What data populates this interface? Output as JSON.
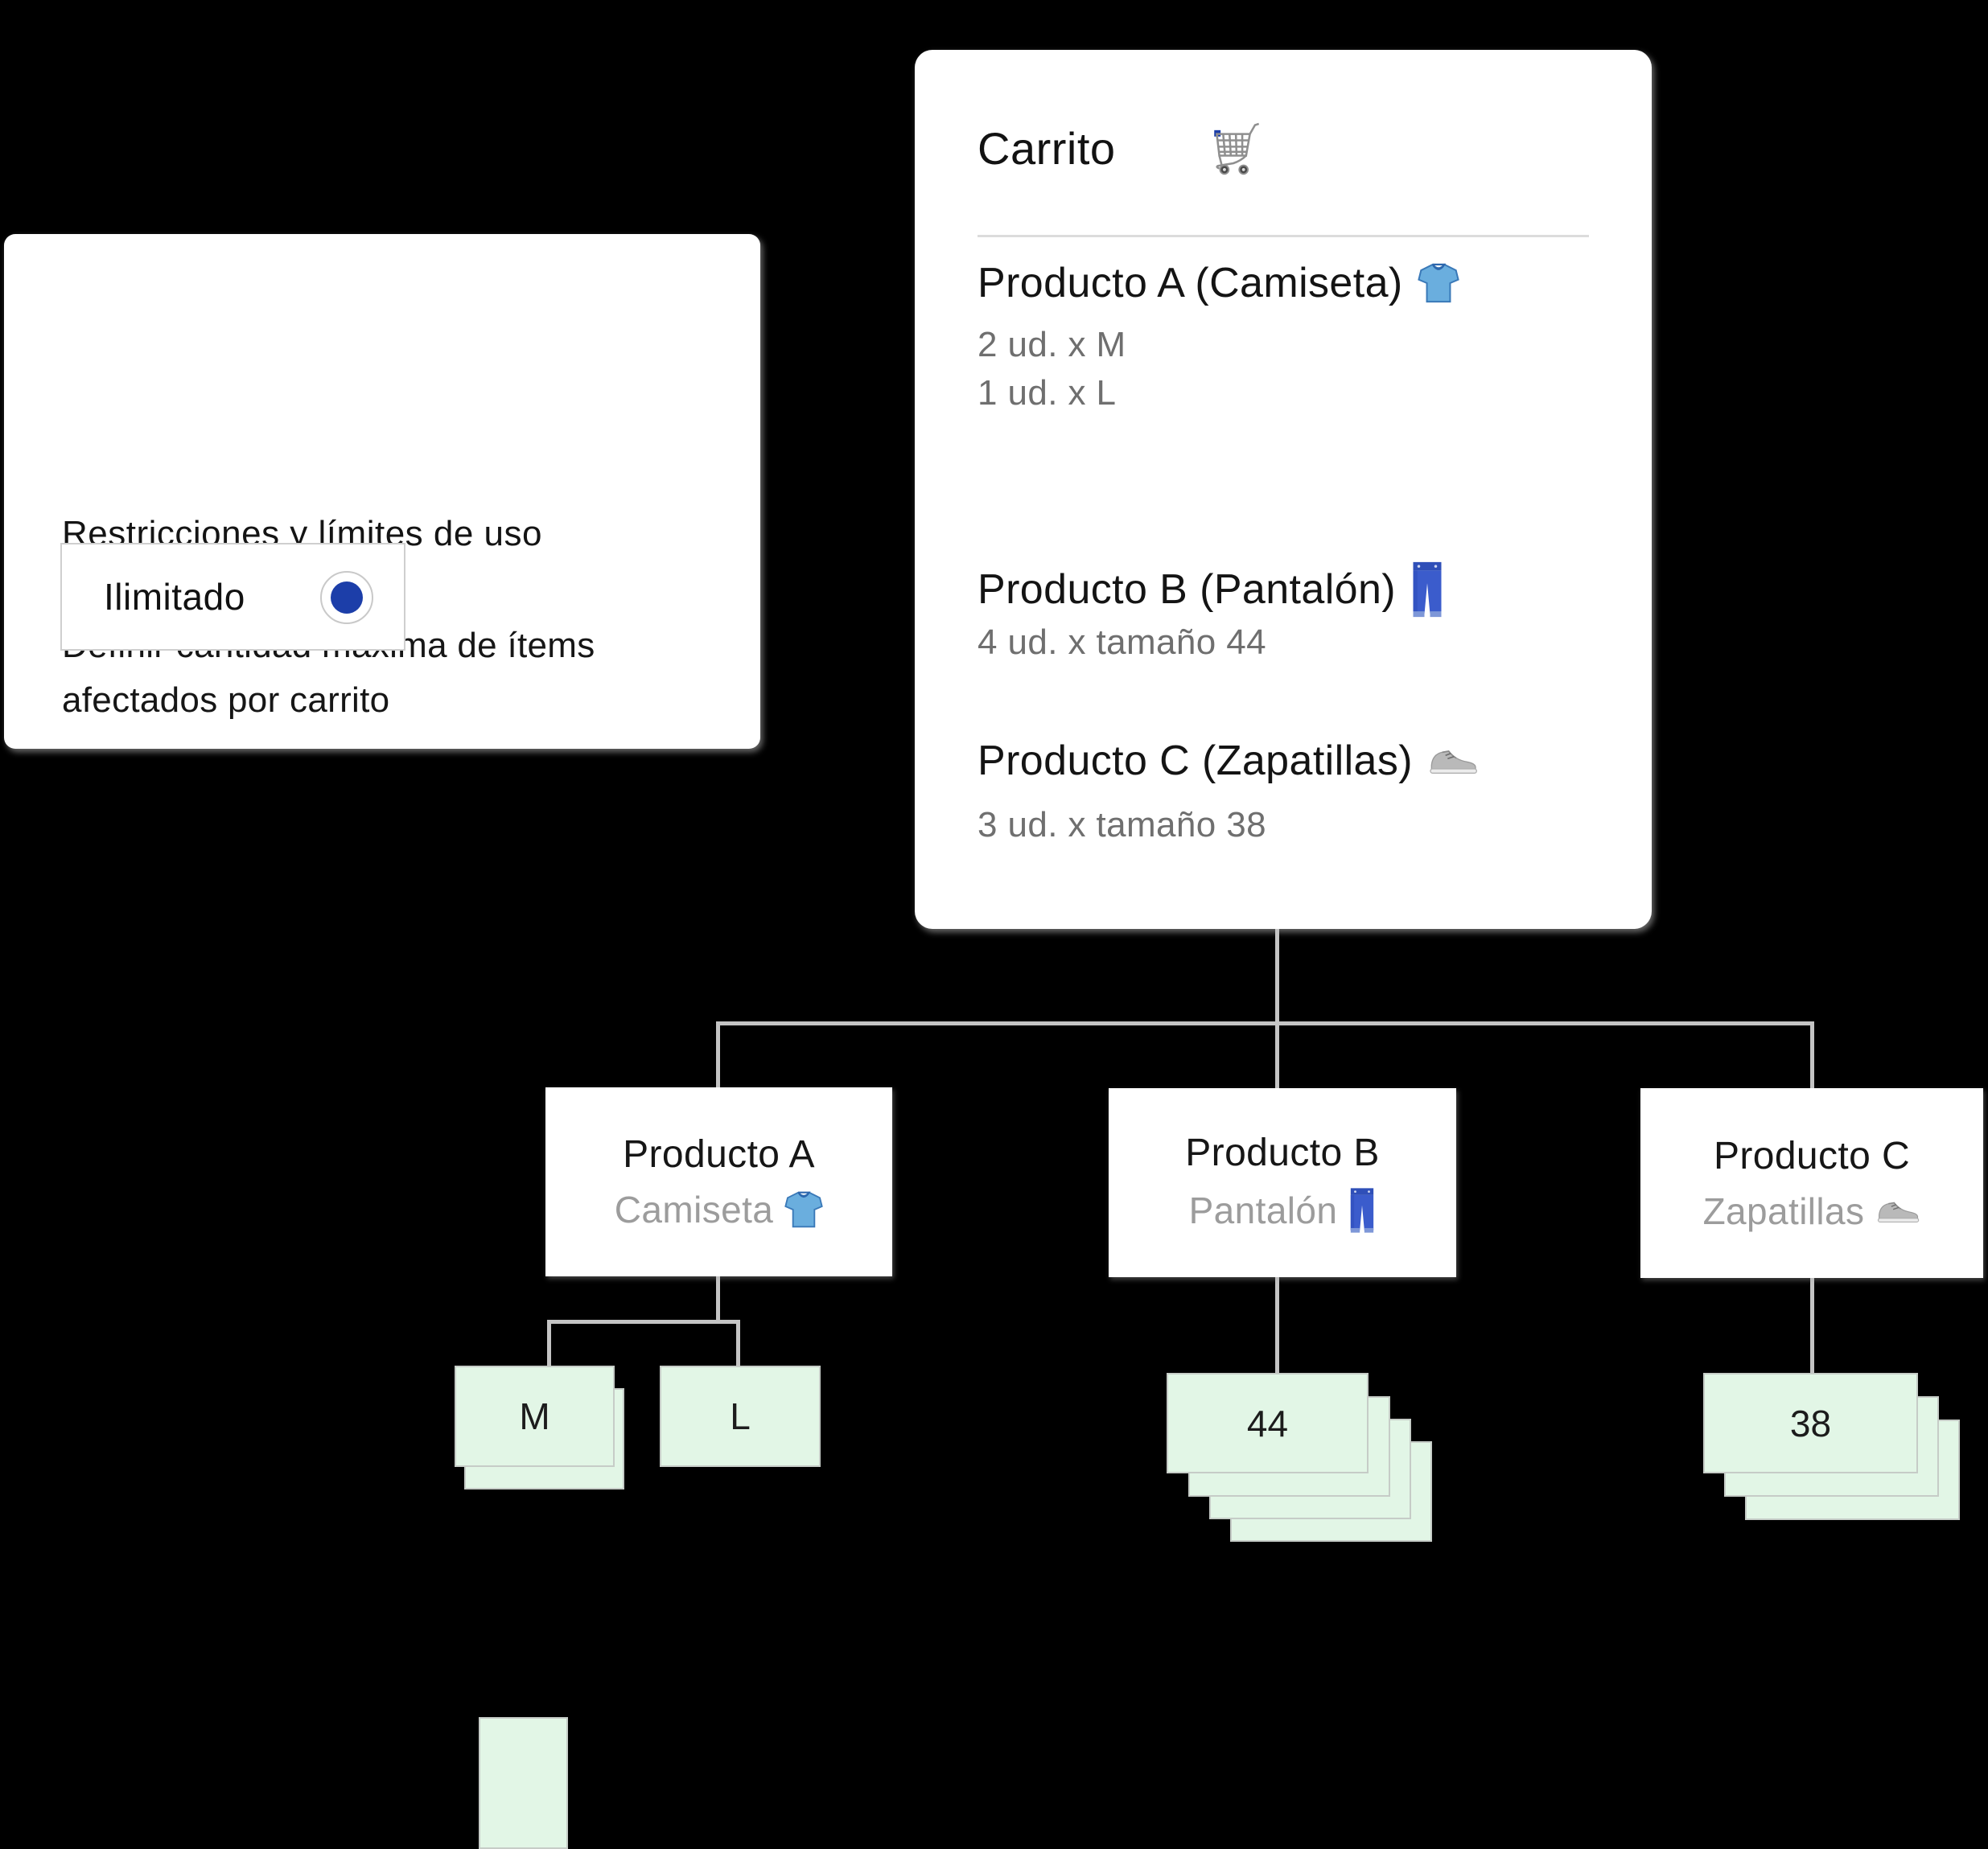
{
  "restrictions_card": {
    "title": "Restricciones y límites de uso",
    "description_line1": "Definir cantidad máxima de ítems",
    "description_line2": "afectados por carrito",
    "option": {
      "label": "Ilimitado",
      "selected": true
    }
  },
  "cart_card": {
    "title": "Carrito",
    "title_icon": "shopping-cart-icon",
    "items": [
      {
        "name": "Producto A (Camiseta)",
        "icon": "tshirt-icon",
        "lines": [
          "2 ud. x M",
          "1 ud. x L"
        ]
      },
      {
        "name": "Producto B (Pantalón)",
        "icon": "jeans-icon",
        "lines": [
          "4 ud. x tamaño 44"
        ]
      },
      {
        "name": "Producto C (Zapatillas)",
        "icon": "sneaker-icon",
        "lines": [
          "3 ud. x tamaño 38"
        ]
      }
    ]
  },
  "tree": {
    "products": [
      {
        "title": "Producto A",
        "subtitle": "Camiseta",
        "icon": "tshirt-icon",
        "variants": [
          {
            "label": "M",
            "stack": 2
          },
          {
            "label": "L",
            "stack": 1
          }
        ]
      },
      {
        "title": "Producto B",
        "subtitle": "Pantalón",
        "icon": "jeans-icon",
        "variants": [
          {
            "label": "44",
            "stack": 4
          }
        ]
      },
      {
        "title": "Producto C",
        "subtitle": "Zapatillas",
        "icon": "sneaker-icon",
        "variants": [
          {
            "label": "38",
            "stack": 3
          }
        ]
      }
    ]
  },
  "colors": {
    "background": "#000000",
    "card": "#ffffff",
    "radio_selected_blue": "#1c3ea9",
    "leaf_green": "#e2f6e6",
    "connector_gray": "#c4c4c4",
    "detail_gray": "#6f6f6f",
    "subtitle_gray": "#9c9c9c"
  }
}
